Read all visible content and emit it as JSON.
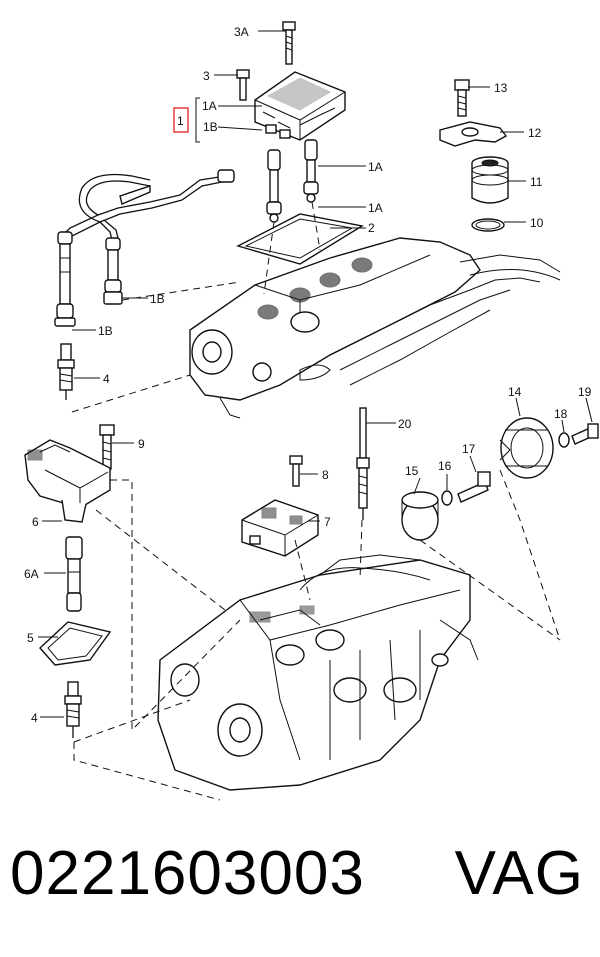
{
  "labels": {
    "l3a": "3A",
    "l3": "3",
    "l1": "1",
    "l1a_top": "1A",
    "l1b_top": "1B",
    "l1a_coil1": "1A",
    "l1a_coil2": "1A",
    "l2": "2",
    "l1b_lead1": "1B",
    "l1b_lead2": "1B",
    "l4_top": "4",
    "l13": "13",
    "l12": "12",
    "l11": "11",
    "l10": "10",
    "l9": "9",
    "l6": "6",
    "l6a": "6A",
    "l5": "5",
    "l4_bottom": "4",
    "l20": "20",
    "l8": "8",
    "l7": "7",
    "l15": "15",
    "l16": "16",
    "l17": "17",
    "l14": "14",
    "l18": "18",
    "l19": "19"
  },
  "caption": {
    "part_number": "0221603003",
    "brand": "VAG"
  }
}
